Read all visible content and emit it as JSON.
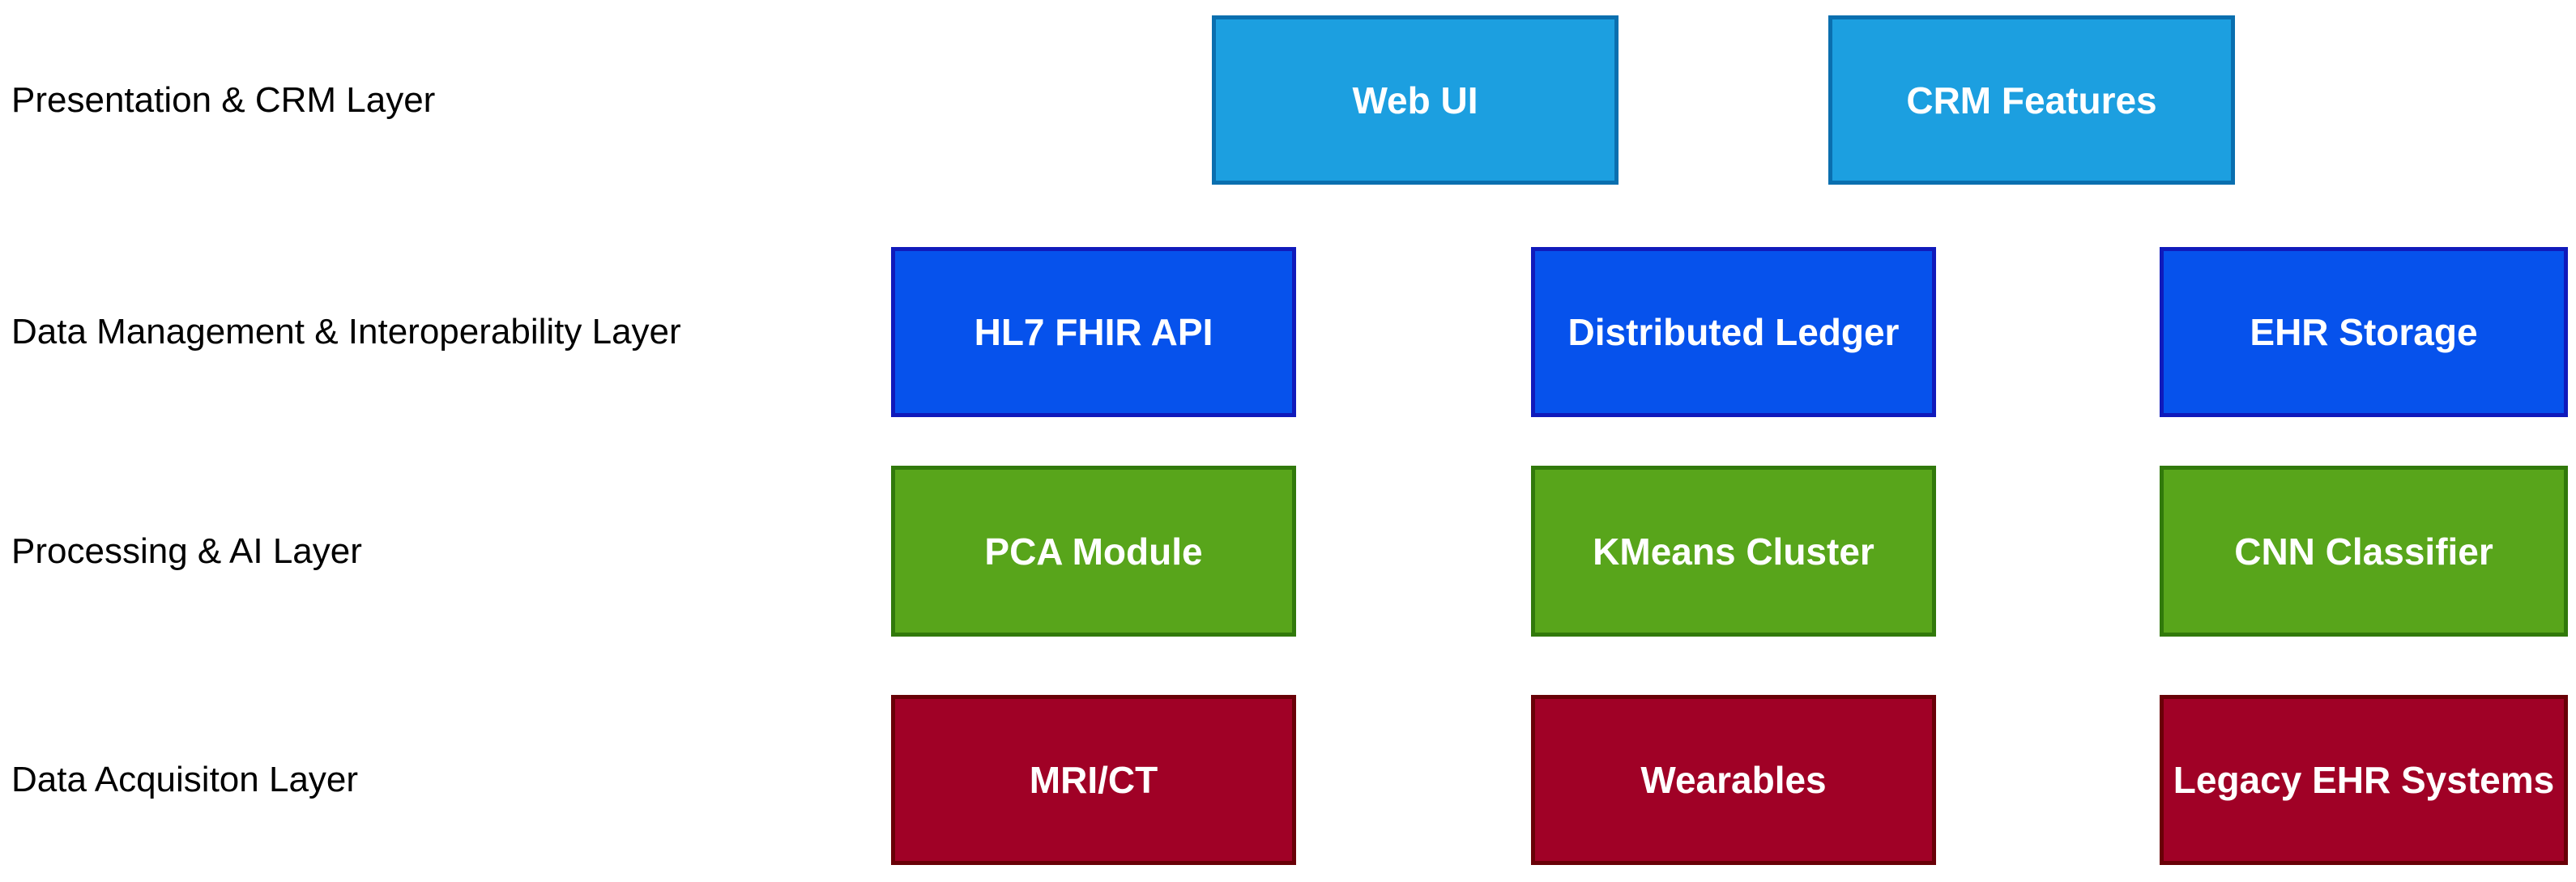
{
  "diagram": {
    "background": "#FFFFFF",
    "label_text_color": "#000000",
    "node_text_color": "#FFFFFF",
    "layers": [
      {
        "label": "Presentation & CRM Layer",
        "node_fill": "#1C9FE0",
        "node_border": "#0A6FAF",
        "nodes": [
          {
            "text": "Web UI"
          },
          {
            "text": "CRM Features"
          }
        ]
      },
      {
        "label": "Data Management & Interoperability Layer",
        "node_fill": "#0652EC",
        "node_border": "#101ABB",
        "nodes": [
          {
            "text": "HL7 FHIR API"
          },
          {
            "text": "Distributed Ledger"
          },
          {
            "text": "EHR Storage"
          }
        ]
      },
      {
        "label": "Processing & AI Layer",
        "node_fill": "#58A51B",
        "node_border": "#31790B",
        "nodes": [
          {
            "text": "PCA Module"
          },
          {
            "text": "KMeans Cluster"
          },
          {
            "text": "CNN Classifier"
          }
        ]
      },
      {
        "label": "Data Acquisiton Layer",
        "node_fill": "#A00126",
        "node_border": "#690007",
        "nodes": [
          {
            "text": "MRI/CT"
          },
          {
            "text": "Wearables"
          },
          {
            "text": "Legacy EHR Systems"
          }
        ]
      }
    ]
  }
}
